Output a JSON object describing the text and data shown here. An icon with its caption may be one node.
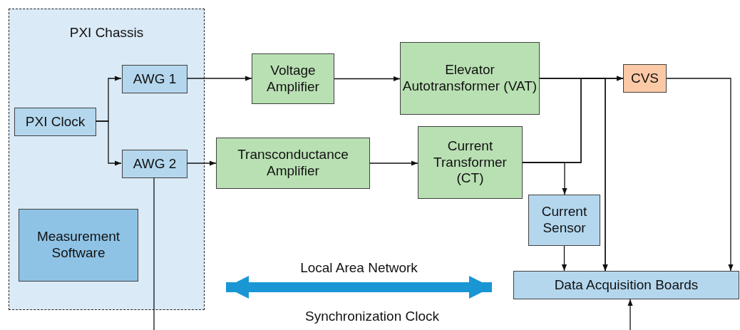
{
  "diagram": {
    "nodes": [
      {
        "text": [
          "PXI Chassis"
        ]
      },
      {
        "text": [
          "AWG 1"
        ],
        "in": 0
      },
      {
        "text": [
          "PXI Clock"
        ],
        "in": 0
      },
      {
        "text": [
          "AWG 2"
        ],
        "in": 0
      },
      {
        "text": [
          "Measurement Software"
        ],
        "in": 0
      },
      {
        "text": [
          "Voltage Amplifier"
        ]
      },
      {
        "text": [
          "Elevator Autotransformer (VAT)"
        ]
      },
      {
        "text": [
          "CVS"
        ]
      },
      {
        "text": [
          "Transconductance Amplifier"
        ]
      },
      {
        "text": [
          "Current Transformer (CT)"
        ]
      },
      {
        "text": [
          "Current Sensor"
        ]
      },
      {
        "text": [
          "Data Acquisition Boards"
        ]
      }
    ],
    "edges": [
      {
        "from": 2,
        "to": 1,
        "arrow": "to"
      },
      {
        "from": 2,
        "to": 3,
        "arrow": "to"
      },
      {
        "from": 1,
        "to": 5,
        "arrow": "to"
      },
      {
        "from": 5,
        "to": 6,
        "arrow": "to"
      },
      {
        "from": 6,
        "to": 7,
        "arrow": "to"
      },
      {
        "from": 6,
        "to": 11,
        "arrow": "to"
      },
      {
        "from": 7,
        "to": 11,
        "arrow": "to"
      },
      {
        "from": 3,
        "to": 8,
        "arrow": "to"
      },
      {
        "from": 8,
        "to": 9,
        "arrow": "to"
      },
      {
        "from": 9,
        "to": 7,
        "arrow": "to"
      },
      {
        "from": 9,
        "to": 10,
        "arrow": "to"
      },
      {
        "from": 9,
        "to": 11,
        "arrow": "to"
      },
      {
        "from": 10,
        "to": 11,
        "arrow": "to"
      },
      {
        "from": 0,
        "to": 11,
        "arrow": "both",
        "label": "Local Area Network",
        "style": "thick",
        "color": "#1a96d4"
      },
      {
        "from": 3,
        "to": null,
        "arrow": "none"
      },
      {
        "from": null,
        "to": 11,
        "arrow": "to"
      }
    ],
    "labels": [
      "Synchronization Clock"
    ]
  }
}
